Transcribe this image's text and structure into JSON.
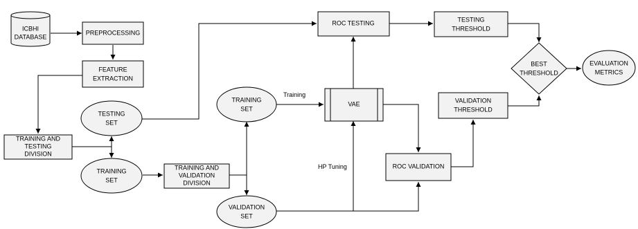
{
  "nodes": {
    "db": [
      "ICBHI",
      "DATABASE"
    ],
    "preprocessing": [
      "PREPROCESSING"
    ],
    "feature": [
      "FEATURE",
      "EXTRACTION"
    ],
    "train_test_div": [
      "TRAINING AND",
      "TESTING",
      "DIVISION"
    ],
    "testing_set": [
      "TESTING",
      "SET"
    ],
    "training_set_1": [
      "TRAINING",
      "SET"
    ],
    "train_val_div": [
      "TRAINING AND",
      "VALIDATION",
      "DIVISION"
    ],
    "training_set_2": [
      "TRAINING",
      "SET"
    ],
    "validation_set": [
      "VALIDATION",
      "SET"
    ],
    "roc_testing": [
      "ROC TESTING"
    ],
    "vae": [
      "VAE"
    ],
    "roc_validation": [
      "ROC VALIDATION"
    ],
    "testing_threshold": [
      "TESTING",
      "THRESHOLD"
    ],
    "validation_threshold": [
      "VALIDATION",
      "THRESHOLD"
    ],
    "best_threshold": [
      "BEST",
      "THRESHOLD"
    ],
    "evaluation": [
      "EVALUATION",
      "METRICS"
    ]
  },
  "edge_labels": {
    "training": "Training",
    "hp_tuning": "HP Tuning"
  }
}
